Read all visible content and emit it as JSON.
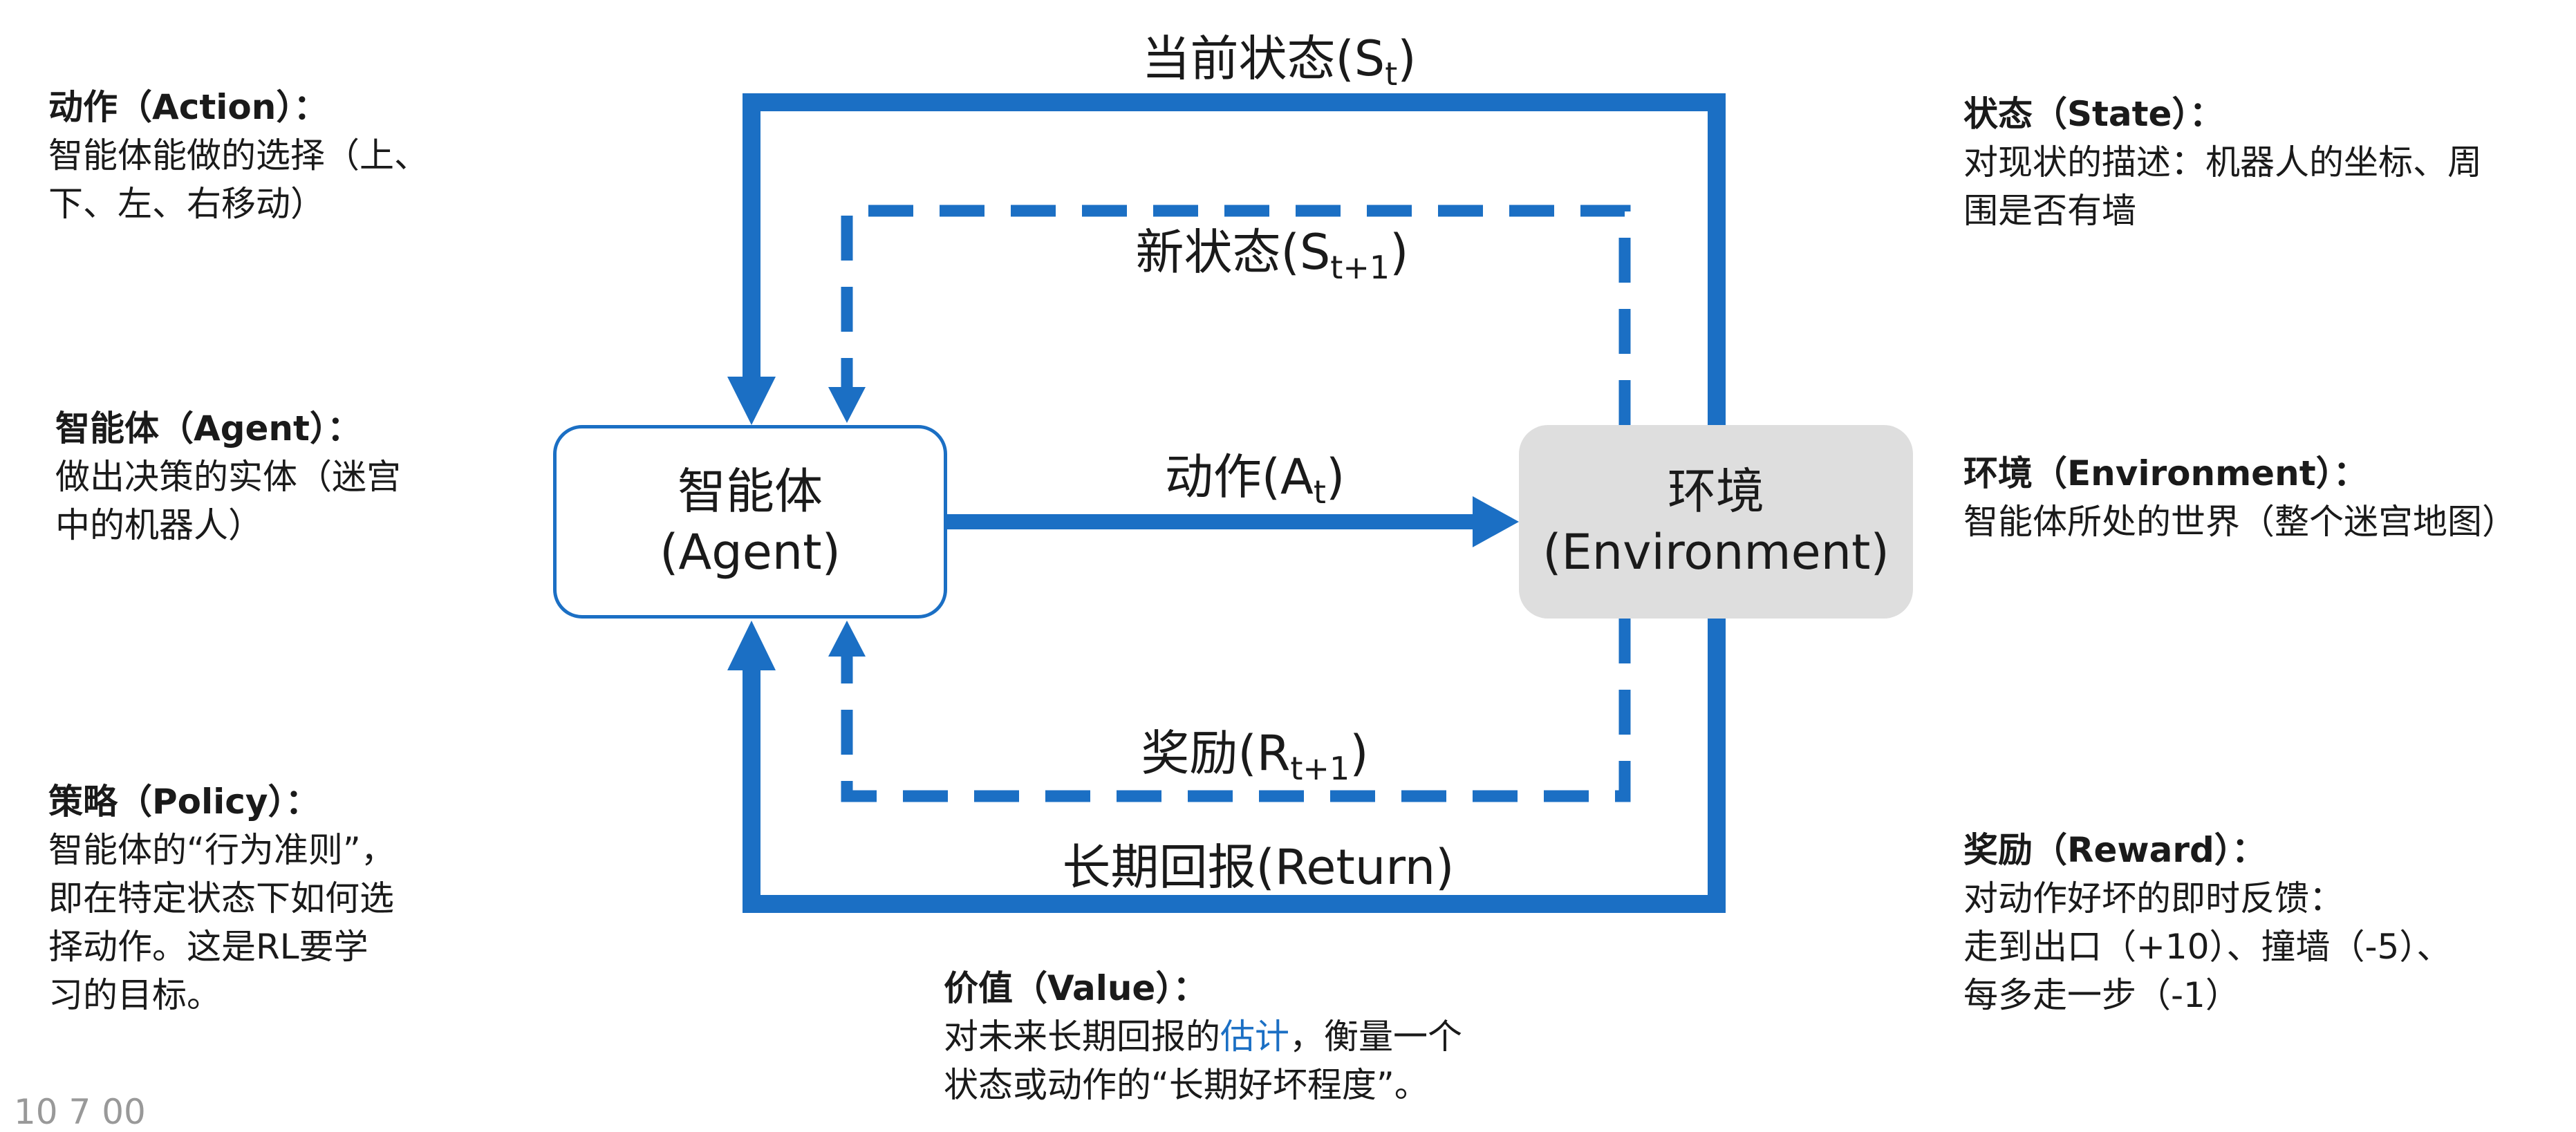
{
  "nodes": {
    "agent": {
      "line1": "智能体",
      "line2": "(Agent)"
    },
    "environment": {
      "line1": "环境",
      "line2": "(Environment)"
    }
  },
  "flows": {
    "current_state": {
      "text": "当前状态(S",
      "sub": "t",
      "close": ")"
    },
    "new_state": {
      "text": "新状态(S",
      "sub": "t+1",
      "close": ")"
    },
    "action": {
      "text": "动作(A",
      "sub": "t",
      "close": ")"
    },
    "reward": {
      "text": "奖励(R",
      "sub": "t+1",
      "close": ")"
    },
    "return": {
      "text": "长期回报(Return)"
    }
  },
  "notes": {
    "action": {
      "title": "动作（Action）：",
      "lines": [
        "智能体能做的选择（上、",
        "下、左、右移动）"
      ]
    },
    "agent": {
      "title": "智能体（Agent）：",
      "lines": [
        "做出决策的实体（迷宫",
        "中的机器人）"
      ]
    },
    "policy": {
      "title": "策略（Policy）：",
      "lines": [
        "智能体的“行为准则”，",
        "即在特定状态下如何选",
        "择动作。这是RL要学",
        "习的目标。"
      ]
    },
    "state": {
      "title": "状态（State）：",
      "lines": [
        "对现状的描述：机器人的坐标、周",
        "围是否有墙"
      ]
    },
    "environment": {
      "title": "环境（Environment）：",
      "lines": [
        "智能体所处的世界（整个迷宫地图）"
      ]
    },
    "reward": {
      "title": "奖励（Reward）：",
      "lines": [
        "对动作好坏的即时反馈：",
        "走到出口（+10）、撞墙（-5）、",
        "每多走一步（-1）"
      ]
    },
    "value": {
      "title": "价值（Value）：",
      "line1_pre": "对未来长期回报的",
      "line1_highlight": "估计",
      "line1_post": "，衡量一个",
      "line2": "状态或动作的“长期好坏程度”。"
    }
  },
  "footer": {
    "text": "10 7 00"
  },
  "colors": {
    "accent": "#1b6fc4",
    "environment_fill": "#dedede",
    "text": "#1a1a1a"
  }
}
